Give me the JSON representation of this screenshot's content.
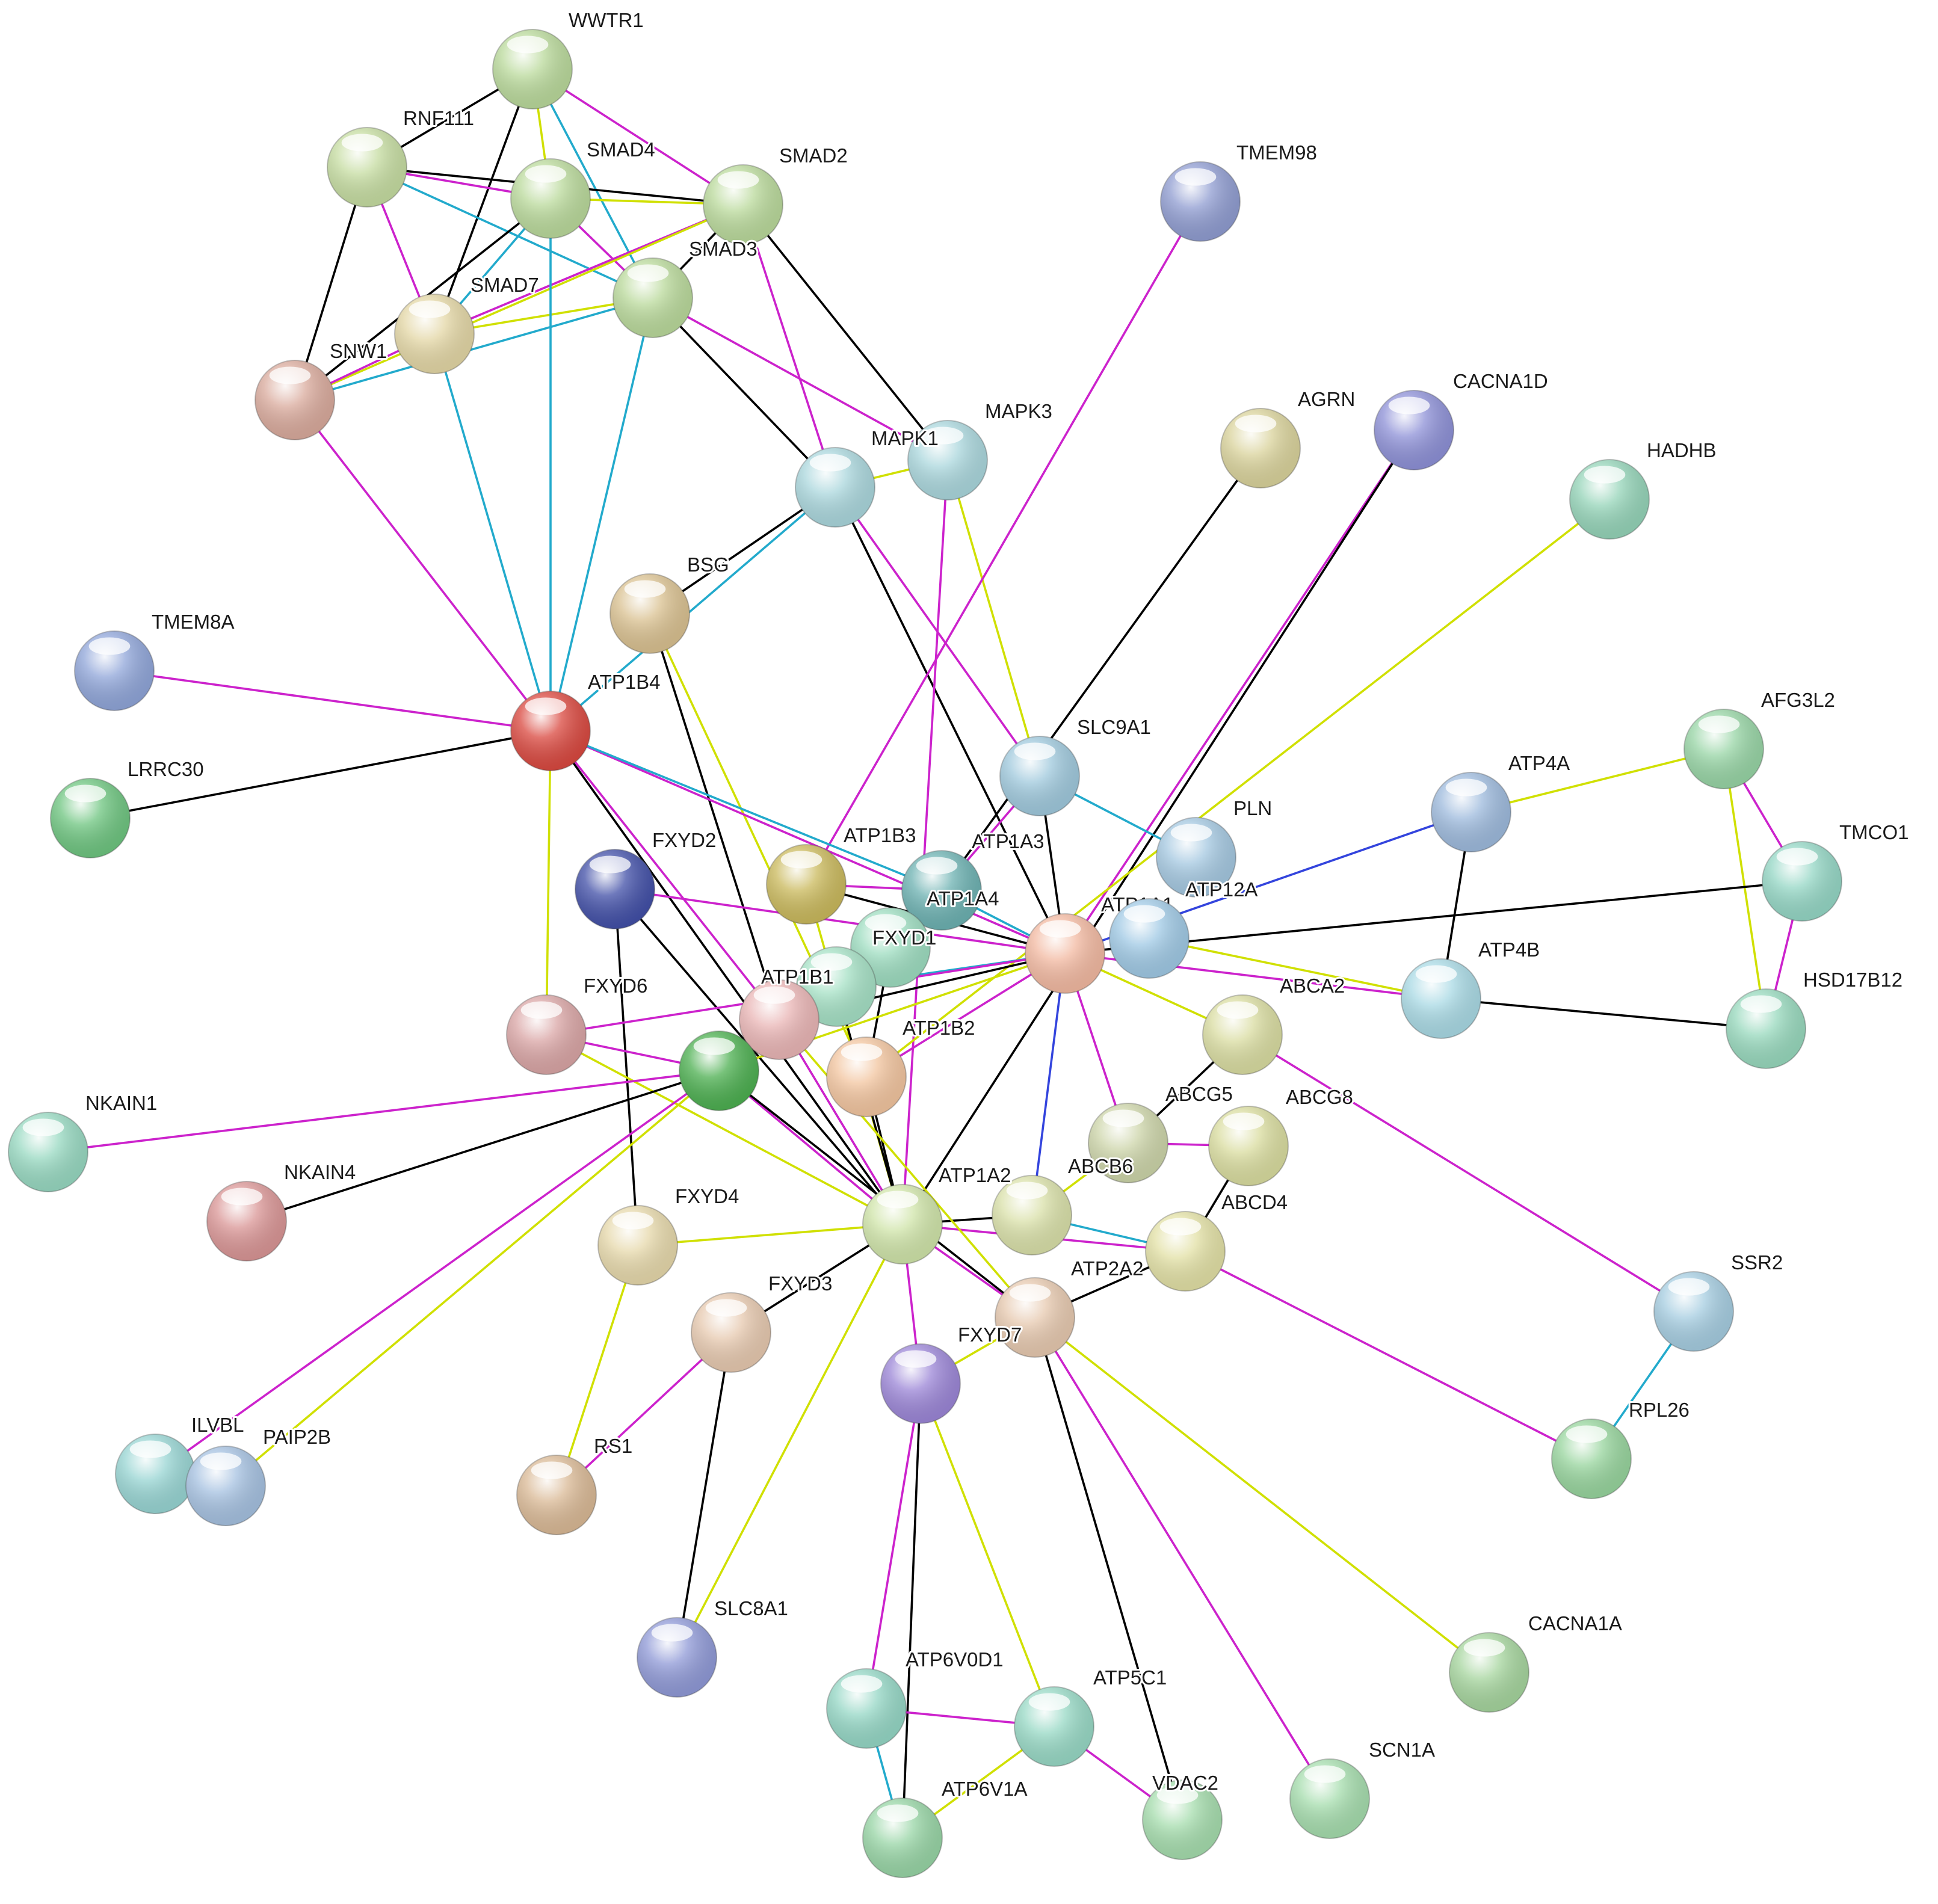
{
  "network": {
    "nodes": [
      {
        "id": "WWTR1",
        "label": "WWTR1",
        "color": "#b9d99a"
      },
      {
        "id": "RNF111",
        "label": "RNF111",
        "color": "#c5dca0"
      },
      {
        "id": "SMAD4",
        "label": "SMAD4",
        "color": "#b9d99a"
      },
      {
        "id": "SMAD2",
        "label": "SMAD2",
        "color": "#b9d99a"
      },
      {
        "id": "SMAD3",
        "label": "SMAD3",
        "color": "#b9d99a"
      },
      {
        "id": "SMAD7",
        "label": "SMAD7",
        "color": "#e3d6a4"
      },
      {
        "id": "SNW1",
        "label": "SNW1",
        "color": "#d9a99b"
      },
      {
        "id": "TMEM98",
        "label": "TMEM98",
        "color": "#8e9bd0"
      },
      {
        "id": "MAPK3",
        "label": "MAPK3",
        "color": "#a9d6dc"
      },
      {
        "id": "MAPK1",
        "label": "MAPK1",
        "color": "#a9d6dc"
      },
      {
        "id": "AGRN",
        "label": "AGRN",
        "color": "#d9d29a"
      },
      {
        "id": "CACNA1D",
        "label": "CACNA1D",
        "color": "#8c8fd6"
      },
      {
        "id": "HADHB",
        "label": "HADHB",
        "color": "#93d3b7"
      },
      {
        "id": "BSG",
        "label": "BSG",
        "color": "#d9c08f"
      },
      {
        "id": "TMEM8A",
        "label": "TMEM8A",
        "color": "#8ea4d8"
      },
      {
        "id": "ATP1B4",
        "label": "ATP1B4",
        "color": "#d9463d"
      },
      {
        "id": "LRRC30",
        "label": "LRRC30",
        "color": "#6cc47e"
      },
      {
        "id": "SLC9A1",
        "label": "SLC9A1",
        "color": "#9ec8dc"
      },
      {
        "id": "AFG3L2",
        "label": "AFG3L2",
        "color": "#96d4a4"
      },
      {
        "id": "ATP4A",
        "label": "ATP4A",
        "color": "#9cb9dc"
      },
      {
        "id": "TMCO1",
        "label": "TMCO1",
        "color": "#93d6c4"
      },
      {
        "id": "PLN",
        "label": "PLN",
        "color": "#a3c7e0"
      },
      {
        "id": "FXYD2",
        "label": "FXYD2",
        "color": "#3f4da6"
      },
      {
        "id": "ATP1B3",
        "label": "ATP1B3",
        "color": "#c9b85a"
      },
      {
        "id": "ATP1A3",
        "label": "ATP1A3",
        "color": "#6ab0b0"
      },
      {
        "id": "ATP1A4",
        "label": "ATP1A4",
        "color": "#9cdcbf"
      },
      {
        "id": "ATP1A1",
        "label": "ATP1A1",
        "color": "#f2b8a0"
      },
      {
        "id": "ATP12A",
        "label": "ATP12A",
        "color": "#9ec8e4"
      },
      {
        "id": "FXYD1",
        "label": "FXYD1",
        "color": "#a4e0c4"
      },
      {
        "id": "ATP4B",
        "label": "ATP4B",
        "color": "#a8d9e4"
      },
      {
        "id": "HSD17B12",
        "label": "HSD17B12",
        "color": "#96d8bc"
      },
      {
        "id": "FXYD6",
        "label": "FXYD6",
        "color": "#d9a4a4"
      },
      {
        "id": "ATP1B1",
        "label": "ATP1B1",
        "color": "#e9b4b4"
      },
      {
        "id": "ATP1B2",
        "label": "ATP1B2",
        "color": "#f2c49e"
      },
      {
        "id": "ATP1B4_GREEN",
        "label": "",
        "color": "#4aae4e"
      },
      {
        "id": "ABCA2",
        "label": "ABCA2",
        "color": "#d9dca0"
      },
      {
        "id": "NKAIN1",
        "label": "NKAIN1",
        "color": "#96d8c0"
      },
      {
        "id": "ABCG5",
        "label": "ABCG5",
        "color": "#ccd4a8"
      },
      {
        "id": "ABCG8",
        "label": "ABCG8",
        "color": "#d9dc9e"
      },
      {
        "id": "NKAIN4",
        "label": "NKAIN4",
        "color": "#d99494"
      },
      {
        "id": "ABCB6",
        "label": "ABCB6",
        "color": "#d9e0a8"
      },
      {
        "id": "ATP1A2",
        "label": "ATP1A2",
        "color": "#cfe4a8"
      },
      {
        "id": "ABCD4",
        "label": "ABCD4",
        "color": "#e2e0a4"
      },
      {
        "id": "FXYD4",
        "label": "FXYD4",
        "color": "#e6d8aa"
      },
      {
        "id": "ATP2A2",
        "label": "ATP2A2",
        "color": "#e6c8ae"
      },
      {
        "id": "SSR2",
        "label": "SSR2",
        "color": "#a4cce0"
      },
      {
        "id": "FXYD3",
        "label": "FXYD3",
        "color": "#e6c8ae"
      },
      {
        "id": "FXYD7",
        "label": "FXYD7",
        "color": "#9a84d6"
      },
      {
        "id": "RPL26",
        "label": "RPL26",
        "color": "#96d49c"
      },
      {
        "id": "ILVBL",
        "label": "ILVBL",
        "color": "#96d4d2"
      },
      {
        "id": "PAIP2B",
        "label": "PAIP2B",
        "color": "#a4c0e0"
      },
      {
        "id": "RS1",
        "label": "RS1",
        "color": "#d9b894"
      },
      {
        "id": "SLC8A1",
        "label": "SLC8A1",
        "color": "#8e98d6"
      },
      {
        "id": "CACNA1A",
        "label": "CACNA1A",
        "color": "#a4d49c"
      },
      {
        "id": "ATP6V0D1",
        "label": "ATP6V0D1",
        "color": "#93d6c4"
      },
      {
        "id": "ATP5C1",
        "label": "ATP5C1",
        "color": "#96d8c4"
      },
      {
        "id": "SCN1A",
        "label": "SCN1A",
        "color": "#a4dcac"
      },
      {
        "id": "VDAC2",
        "label": "VDAC2",
        "color": "#a4dcac"
      },
      {
        "id": "ATP6V1A",
        "label": "ATP6V1A",
        "color": "#96d4a4"
      }
    ],
    "edges": [
      [
        "WWTR1",
        "RNF111",
        "#000000"
      ],
      [
        "WWTR1",
        "SMAD4",
        "#d0e000"
      ],
      [
        "WWTR1",
        "SMAD2",
        "#cc22cc"
      ],
      [
        "WWTR1",
        "SMAD3",
        "#22aacc"
      ],
      [
        "WWTR1",
        "SMAD7",
        "#000000"
      ],
      [
        "RNF111",
        "SMAD4",
        "#cc22cc"
      ],
      [
        "RNF111",
        "SMAD2",
        "#000000"
      ],
      [
        "RNF111",
        "SMAD3",
        "#22aacc"
      ],
      [
        "RNF111",
        "SMAD7",
        "#cc22cc"
      ],
      [
        "RNF111",
        "SNW1",
        "#000000"
      ],
      [
        "SMAD4",
        "SMAD2",
        "#d0e000"
      ],
      [
        "SMAD4",
        "SMAD3",
        "#cc22cc"
      ],
      [
        "SMAD4",
        "SMAD7",
        "#22aacc"
      ],
      [
        "SMAD4",
        "SNW1",
        "#000000"
      ],
      [
        "SMAD2",
        "SMAD3",
        "#000000"
      ],
      [
        "SMAD2",
        "SMAD7",
        "#cc22cc"
      ],
      [
        "SMAD2",
        "SNW1",
        "#d0e000"
      ],
      [
        "SMAD2",
        "MAPK1",
        "#cc22cc"
      ],
      [
        "SMAD2",
        "MAPK3",
        "#000000"
      ],
      [
        "SMAD3",
        "SMAD7",
        "#d0e000"
      ],
      [
        "SMAD3",
        "SNW1",
        "#22aacc"
      ],
      [
        "SMAD3",
        "MAPK1",
        "#000000"
      ],
      [
        "SMAD3",
        "MAPK3",
        "#cc22cc"
      ],
      [
        "SMAD3",
        "ATP1B4",
        "#22aacc"
      ],
      [
        "SMAD7",
        "SNW1",
        "#cc22cc"
      ],
      [
        "SMAD7",
        "ATP1B4",
        "#22aacc"
      ],
      [
        "SMAD4",
        "ATP1B4",
        "#22aacc"
      ],
      [
        "SNW1",
        "ATP1B4",
        "#cc22cc"
      ],
      [
        "MAPK1",
        "MAPK3",
        "#d0e000"
      ],
      [
        "MAPK1",
        "BSG",
        "#000000"
      ],
      [
        "MAPK1",
        "SLC9A1",
        "#cc22cc"
      ],
      [
        "MAPK3",
        "SLC9A1",
        "#d0e000"
      ],
      [
        "MAPK1",
        "ATP1A1",
        "#000000"
      ],
      [
        "MAPK3",
        "ATP1A2",
        "#cc22cc"
      ],
      [
        "MAPK1",
        "ATP1B4",
        "#22aacc"
      ],
      [
        "TMEM98",
        "ATP1B3",
        "#cc22cc"
      ],
      [
        "AGRN",
        "ATP1A3",
        "#000000"
      ],
      [
        "CACNA1D",
        "ATP1A1",
        "#cc22cc"
      ],
      [
        "CACNA1D",
        "ATP1A2",
        "#000000"
      ],
      [
        "HADHB",
        "ATP1B2",
        "#d0e000"
      ],
      [
        "TMEM8A",
        "ATP1B4",
        "#cc22cc"
      ],
      [
        "LRRC30",
        "ATP1B4",
        "#000000"
      ],
      [
        "BSG",
        "ATP1B1",
        "#000000"
      ],
      [
        "BSG",
        "ATP1B2",
        "#d0e000"
      ],
      [
        "ATP1B4",
        "ATP1A1",
        "#cc22cc"
      ],
      [
        "ATP1B4",
        "ATP1A2",
        "#000000"
      ],
      [
        "ATP1B4",
        "ATP1A3",
        "#22aacc"
      ],
      [
        "ATP1B4",
        "FXYD6",
        "#d0e000"
      ],
      [
        "ATP1B4",
        "ATP1B1",
        "#cc22cc"
      ],
      [
        "SLC9A1",
        "ATP1A1",
        "#000000"
      ],
      [
        "SLC9A1",
        "ATP1A3",
        "#cc22cc"
      ],
      [
        "SLC9A1",
        "PLN",
        "#22aacc"
      ],
      [
        "AFG3L2",
        "TMCO1",
        "#cc22cc"
      ],
      [
        "AFG3L2",
        "HSD17B12",
        "#d0e000"
      ],
      [
        "AFG3L2",
        "ATP4A",
        "#d0e000"
      ],
      [
        "TMCO1",
        "HSD17B12",
        "#cc22cc"
      ],
      [
        "TMCO1",
        "ATP1A1",
        "#000000"
      ],
      [
        "ATP4A",
        "ATP4B",
        "#000000"
      ],
      [
        "ATP4A",
        "ATP1A1",
        "#3344dd"
      ],
      [
        "ATP4B",
        "ATP1A1",
        "#cc22cc"
      ],
      [
        "ATP4B",
        "HSD17B12",
        "#000000"
      ],
      [
        "ATP4B",
        "ATP12A",
        "#d0e000"
      ],
      [
        "FXYD2",
        "ATP1A1",
        "#cc22cc"
      ],
      [
        "FXYD2",
        "ATP1A2",
        "#000000"
      ],
      [
        "FXYD2",
        "FXYD4",
        "#000000"
      ],
      [
        "ATP1B3",
        "ATP1A1",
        "#000000"
      ],
      [
        "ATP1B3",
        "ATP1A2",
        "#d0e000"
      ],
      [
        "ATP1B3",
        "ATP1A3",
        "#cc22cc"
      ],
      [
        "ATP1A3",
        "ATP1A1",
        "#22aacc"
      ],
      [
        "ATP1A4",
        "ATP1B1",
        "#cc22cc"
      ],
      [
        "ATP1A4",
        "ATP1B2",
        "#000000"
      ],
      [
        "ATP1A1",
        "ATP1B1",
        "#000000"
      ],
      [
        "ATP1A1",
        "ATP1B2",
        "#cc22cc"
      ],
      [
        "ATP1A1",
        "ABCA2",
        "#d0e000"
      ],
      [
        "ATP1A1",
        "FXYD1",
        "#22aacc"
      ],
      [
        "ATP1A1",
        "ABCG5",
        "#cc22cc"
      ],
      [
        "FXYD1",
        "ATP1A2",
        "#000000"
      ],
      [
        "FXYD6",
        "ATP1A1",
        "#cc22cc"
      ],
      [
        "FXYD6",
        "ATP1A2",
        "#d0e000"
      ],
      [
        "ATP1B1",
        "ATP1A2",
        "#cc22cc"
      ],
      [
        "ATP1B2",
        "ATP1A2",
        "#000000"
      ],
      [
        "ATP1B4_GREEN",
        "ATP1A1",
        "#d0e000"
      ],
      [
        "ATP1B4_GREEN",
        "ATP1A2",
        "#cc22cc"
      ],
      [
        "ATP1B4_GREEN",
        "ATP2A2",
        "#000000"
      ],
      [
        "ABCA2",
        "ABCG5",
        "#000000"
      ],
      [
        "ABCA2",
        "SSR2",
        "#cc22cc"
      ],
      [
        "ABCG5",
        "ABCG8",
        "#cc22cc"
      ],
      [
        "ABCG5",
        "ABCB6",
        "#d0e000"
      ],
      [
        "ABCG8",
        "ABCD4",
        "#000000"
      ],
      [
        "ABCB6",
        "ABCD4",
        "#22aacc"
      ],
      [
        "NKAIN1",
        "ATP1B4_GREEN",
        "#cc22cc"
      ],
      [
        "NKAIN4",
        "ATP1B4_GREEN",
        "#000000"
      ],
      [
        "ATP1A2",
        "ATP2A2",
        "#cc22cc"
      ],
      [
        "ATP1A2",
        "FXYD4",
        "#d0e000"
      ],
      [
        "ATP1A2",
        "FXYD3",
        "#000000"
      ],
      [
        "ATP1A2",
        "FXYD7",
        "#cc22cc"
      ],
      [
        "ABCD4",
        "RPL26",
        "#cc22cc"
      ],
      [
        "ATP2A2",
        "ABCD4",
        "#000000"
      ],
      [
        "ATP2A2",
        "CACNA1A",
        "#d0e000"
      ],
      [
        "ATP2A2",
        "SCN1A",
        "#cc22cc"
      ],
      [
        "ATP2A2",
        "VDAC2",
        "#000000"
      ],
      [
        "ATP2A2",
        "FXYD7",
        "#d0e000"
      ],
      [
        "SSR2",
        "RPL26",
        "#22aacc"
      ],
      [
        "FXYD3",
        "RS1",
        "#cc22cc"
      ],
      [
        "FXYD3",
        "SLC8A1",
        "#000000"
      ],
      [
        "FXYD4",
        "RS1",
        "#d0e000"
      ],
      [
        "FXYD7",
        "ATP6V0D1",
        "#cc22cc"
      ],
      [
        "FXYD7",
        "ATP6V1A",
        "#000000"
      ],
      [
        "FXYD7",
        "ATP5C1",
        "#d0e000"
      ],
      [
        "ILVBL",
        "ATP1B4_GREEN",
        "#cc22cc"
      ],
      [
        "PAIP2B",
        "ATP1B4_GREEN",
        "#d0e000"
      ],
      [
        "SLC8A1",
        "ATP1A2",
        "#d0e000"
      ],
      [
        "ATP6V0D1",
        "ATP5C1",
        "#cc22cc"
      ],
      [
        "ATP6V0D1",
        "ATP6V1A",
        "#22aacc"
      ],
      [
        "ATP5C1",
        "ATP6V1A",
        "#d0e000"
      ],
      [
        "ATP5C1",
        "VDAC2",
        "#cc22cc"
      ],
      [
        "ATP1A1",
        "ABCB6",
        "#3344dd"
      ],
      [
        "ATP1A2",
        "ABCB6",
        "#000000"
      ],
      [
        "ATP1A2",
        "ABCD4",
        "#cc22cc"
      ],
      [
        "ATP1B1",
        "ATP2A2",
        "#d0e000"
      ],
      [
        "FXYD6",
        "ATP1B4_GREEN",
        "#cc22cc"
      ]
    ]
  }
}
